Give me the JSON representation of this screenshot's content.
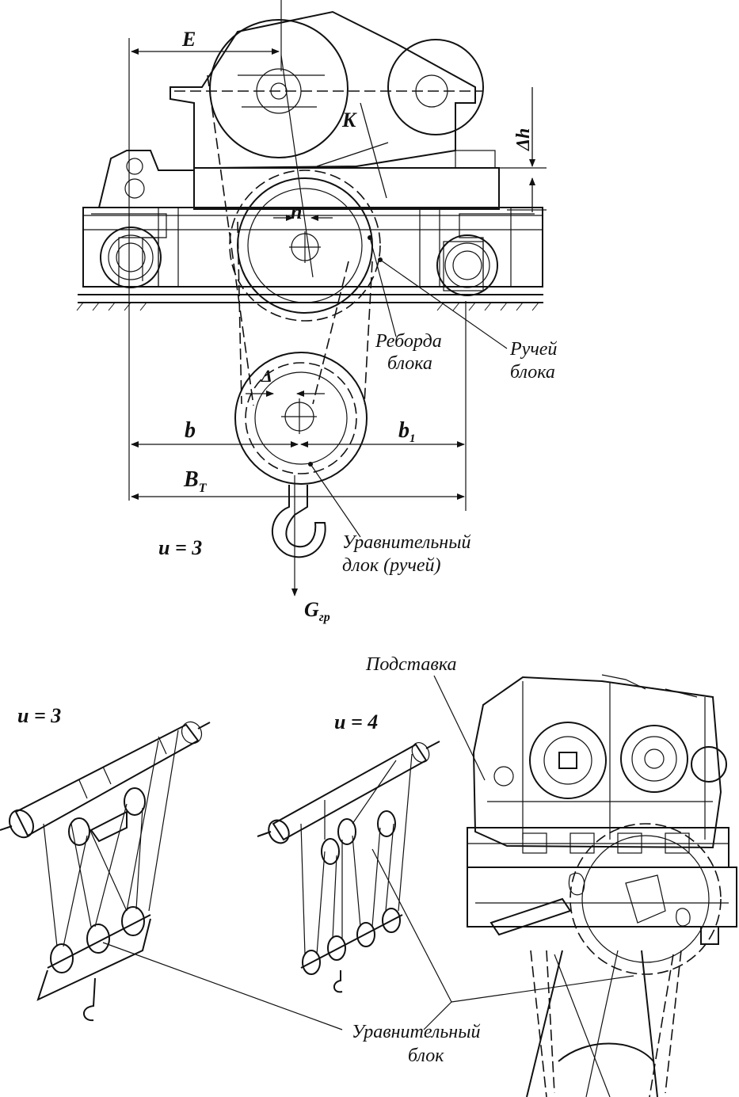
{
  "labels": {
    "E": "E",
    "K": "K",
    "dh": "Δh",
    "n": "n",
    "rim_line1": "Реборда",
    "rim_line2": "блока",
    "groove_line1": "Ручей",
    "groove_line2": "блока",
    "delta": "Δ",
    "b": "b",
    "b1_main": "b",
    "b1_sub": "1",
    "Bt_main": "B",
    "Bt_sub": "T",
    "u3_top": "u = 3",
    "eq_line1": "Уравнительный",
    "eq_line2": "длок (ручей)",
    "G_main": "G",
    "G_sub": "гр",
    "podstavka": "Подставка",
    "u3_bottom": "u = 3",
    "u4_bottom": "u = 4",
    "eq2_line1": "Уравнительный",
    "eq2_line2": "блок"
  }
}
